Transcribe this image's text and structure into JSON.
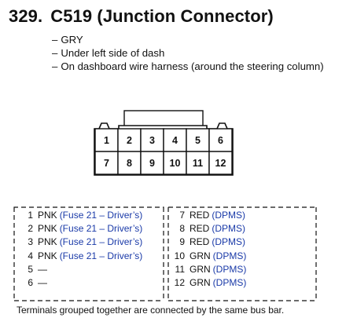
{
  "header": {
    "number": "329.",
    "title": "C519 (Junction Connector)"
  },
  "details": [
    "GRY",
    "Under left side of dash",
    "On dashboard wire harness (around the steering column)"
  ],
  "connector": {
    "top_row": [
      "1",
      "2",
      "3",
      "4",
      "5",
      "6"
    ],
    "bottom_row": [
      "7",
      "8",
      "9",
      "10",
      "11",
      "12"
    ]
  },
  "terminals_left": [
    {
      "pin": "1",
      "color": "PNK",
      "circuit": "(Fuse 21 – Driver’s)"
    },
    {
      "pin": "2",
      "color": "PNK",
      "circuit": "(Fuse 21 – Driver’s)"
    },
    {
      "pin": "3",
      "color": "PNK",
      "circuit": "(Fuse 21 – Driver’s)"
    },
    {
      "pin": "4",
      "color": "PNK",
      "circuit": "(Fuse 21 – Driver’s)"
    },
    {
      "pin": "5",
      "color": "—",
      "circuit": ""
    },
    {
      "pin": "6",
      "color": "—",
      "circuit": ""
    }
  ],
  "terminals_right": [
    {
      "pin": "7",
      "color": "RED",
      "circuit": "(DPMS)"
    },
    {
      "pin": "8",
      "color": "RED",
      "circuit": "(DPMS)"
    },
    {
      "pin": "9",
      "color": "RED",
      "circuit": "(DPMS)"
    },
    {
      "pin": "10",
      "color": "GRN",
      "circuit": "(DPMS)"
    },
    {
      "pin": "11",
      "color": "GRN",
      "circuit": "(DPMS)"
    },
    {
      "pin": "12",
      "color": "GRN",
      "circuit": "(DPMS)"
    }
  ],
  "footnote": "Terminals grouped together are connected by the same bus bar.",
  "colors": {
    "text": "#111111",
    "circuit_blue": "#1a3aa8"
  }
}
